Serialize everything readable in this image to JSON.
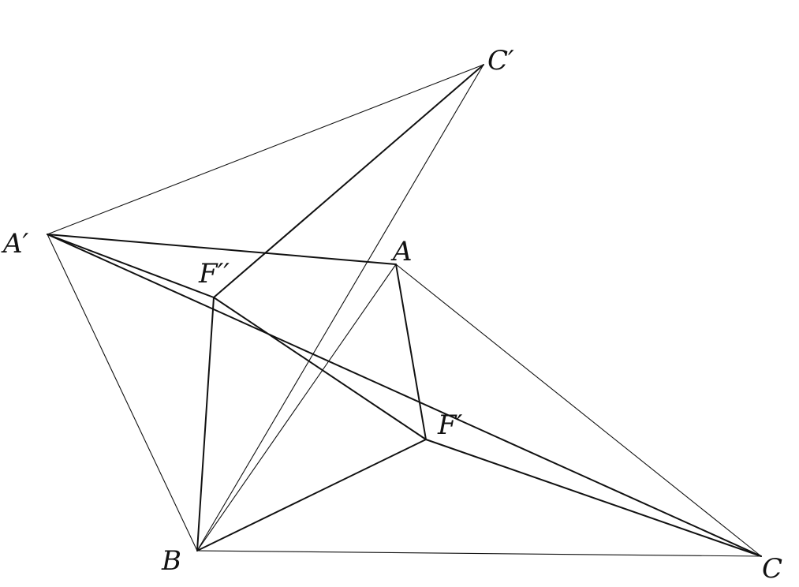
{
  "points": {
    "A_prime": "A′",
    "C_prime": "C′",
    "A": "A",
    "F_prime_prime": "F′′",
    "F_prime": "F′",
    "B": "B",
    "C": "C"
  }
}
